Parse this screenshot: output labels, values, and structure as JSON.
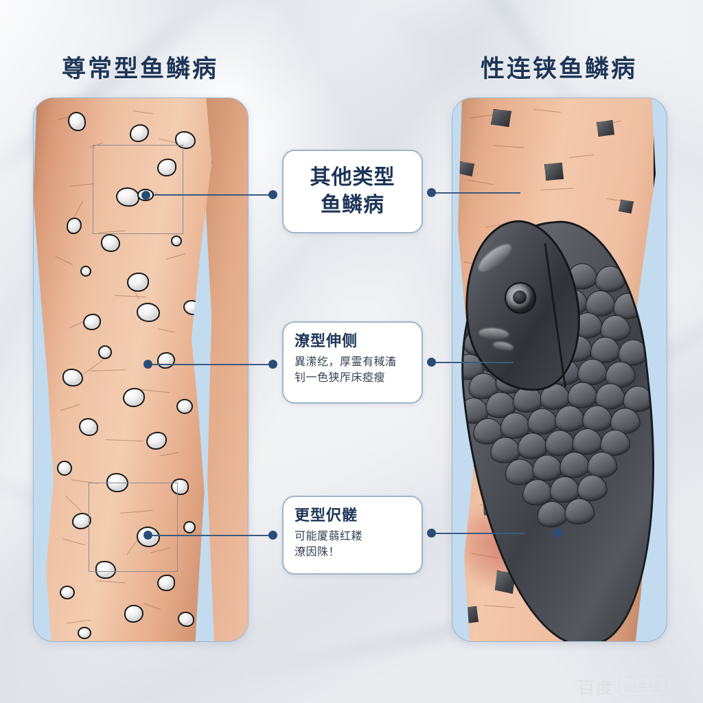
{
  "page": {
    "background_color": "#ffffff",
    "accent_color": "#1d3557",
    "connector_color": "#3c5a7d",
    "panel_color": "#c2dbee"
  },
  "titles": {
    "left": "尊常型鱼鳞病",
    "right": "性连铗鱼鳞病"
  },
  "callouts": [
    {
      "id": "callout-1",
      "title_line1": "其他类型",
      "title_line2": "鱼鳞病",
      "body_line1": "",
      "body_line2": ""
    },
    {
      "id": "callout-2",
      "title": "潦型伸侧",
      "body_line1": "異潆纥，厚霊有稢滀",
      "body_line2": "钊一色狭厏床瘂瘦"
    },
    {
      "id": "callout-3",
      "title": "更型伬髊",
      "body_line1": "可能厦蒻红耧",
      "body_line2": "潦因陎！"
    }
  ],
  "panels": {
    "left": {
      "label": "ichthyosis-vulgaris-leg-illustration",
      "skin_tone": "#f3cdb1",
      "plaque_color": "#ffffff",
      "marker_count": 3
    },
    "right": {
      "label": "x-linked-ichthyosis-fish-overlay-illustration",
      "skin_tone": "#f3c8ab",
      "scale_color": "#45484d",
      "fish_color": "#4c5056",
      "marker_count": 3
    }
  },
  "watermark": {
    "brand": "百度",
    "badge": "AI生成"
  }
}
